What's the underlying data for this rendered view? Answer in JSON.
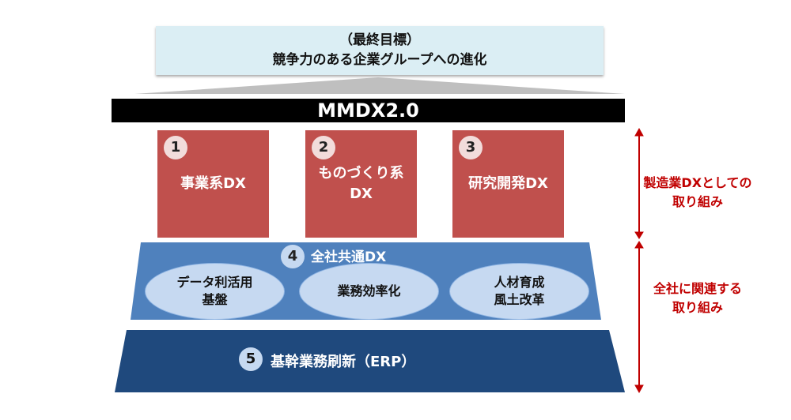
{
  "goal": {
    "line1": "（最終目標）",
    "line2": "競争力のある企業グループへの進化"
  },
  "banner": "MMDX2.0",
  "pillars": [
    {
      "num": "1",
      "l1": "事業系DX",
      "l2": ""
    },
    {
      "num": "2",
      "l1": "ものづくり系",
      "l2": "DX"
    },
    {
      "num": "3",
      "l1": "研究開発DX",
      "l2": ""
    }
  ],
  "common": {
    "num": "4",
    "title": "全社共通DX",
    "items": [
      {
        "l1": "データ利活用",
        "l2": "基盤"
      },
      {
        "l1": "業務効率化",
        "l2": ""
      },
      {
        "l1": "人材育成",
        "l2": "風土改革"
      }
    ]
  },
  "erp": {
    "num": "5",
    "title": "基幹業務刷新（ERP）"
  },
  "side": {
    "upper": {
      "l1": "製造業DXとしての",
      "l2": "取り組み"
    },
    "lower": {
      "l1": "全社に関連する",
      "l2": "取り組み"
    }
  },
  "colors": {
    "red": "#c0504d",
    "blue": "#4f81bd",
    "navy": "#1f497d",
    "accent": "#c00000"
  }
}
